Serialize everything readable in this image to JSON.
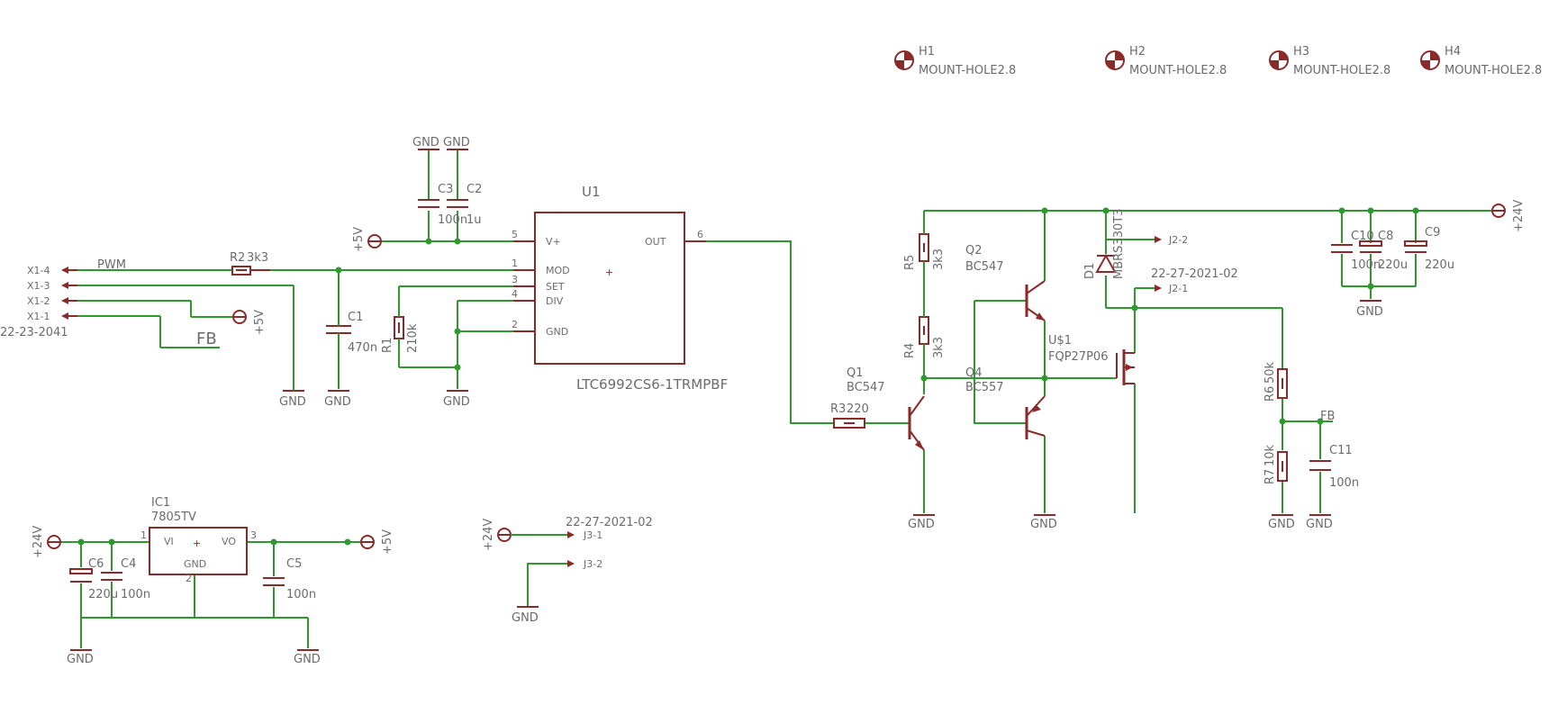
{
  "colors": {
    "wire": "#2e9a2e",
    "symbol": "#8a2a2a",
    "text": "#6b6b6b",
    "background": "#ffffff"
  },
  "mount_holes": [
    {
      "ref": "H1",
      "value": "MOUNT-HOLE2.8"
    },
    {
      "ref": "H2",
      "value": "MOUNT-HOLE2.8"
    },
    {
      "ref": "H3",
      "value": "MOUNT-HOLE2.8"
    },
    {
      "ref": "H4",
      "value": "MOUNT-HOLE2.8"
    }
  ],
  "u1": {
    "ref": "U1",
    "value": "LTC6992CS6-1TRMPBF",
    "pins": [
      {
        "num": "5",
        "name": "V+"
      },
      {
        "num": "1",
        "name": "MOD"
      },
      {
        "num": "3",
        "name": "SET"
      },
      {
        "num": "4",
        "name": "DIV"
      },
      {
        "num": "2",
        "name": "GND"
      },
      {
        "num": "6",
        "name": "OUT"
      }
    ]
  },
  "connector_x1": {
    "pins": [
      "X1-4",
      "X1-3",
      "X1-2",
      "X1-1"
    ],
    "date": "22-23-2041"
  },
  "connector_j2": {
    "pins": [
      "J2-2",
      "J2-1"
    ],
    "date": "22-27-2021-02"
  },
  "connector_j3": {
    "pins": [
      "J3-1",
      "J3-2"
    ],
    "date": "22-27-2021-02"
  },
  "net_labels": {
    "pwm": "PWM",
    "fb_left": "FB",
    "fb_right": "FB"
  },
  "power": {
    "plus5v": "+5V",
    "plus24v": "+24V",
    "gnd": "GND"
  },
  "parts": {
    "c3": {
      "ref": "C3",
      "value": "100n"
    },
    "c2": {
      "ref": "C2",
      "value": "1u"
    },
    "r2": {
      "ref": "R2",
      "value": "3k3"
    },
    "c1": {
      "ref": "C1",
      "value": "470n"
    },
    "r1": {
      "ref": "R1",
      "value": "210k"
    },
    "r5": {
      "ref": "R5",
      "value": "3k3"
    },
    "r4": {
      "ref": "R4",
      "value": "3k3"
    },
    "q1": {
      "ref": "Q1",
      "value": "BC547"
    },
    "r3": {
      "ref": "R3",
      "value": "220"
    },
    "q2": {
      "ref": "Q2",
      "value": "BC547"
    },
    "q4": {
      "ref": "Q4",
      "value": "BC557"
    },
    "d1": {
      "ref": "D1",
      "value": "MBRS330T3"
    },
    "us1": {
      "ref": "U$1",
      "value": "FQP27P06"
    },
    "c10": {
      "ref": "C10",
      "value": "100n"
    },
    "c8": {
      "ref": "C8",
      "value": "220u"
    },
    "c9": {
      "ref": "C9",
      "value": "220u"
    },
    "r6": {
      "ref": "R6",
      "value": "50k"
    },
    "r7": {
      "ref": "R7",
      "value": "10k"
    },
    "c11": {
      "ref": "C11",
      "value": "100n"
    },
    "ic1": {
      "ref": "IC1",
      "value": "7805TV",
      "pin_vi": "VI",
      "pin_vo": "VO",
      "pin_gnd": "GND",
      "pin1": "1",
      "pin2": "2",
      "pin3": "3"
    },
    "c6": {
      "ref": "C6",
      "value": "220u"
    },
    "c4": {
      "ref": "C4",
      "value": "100n"
    },
    "c5": {
      "ref": "C5",
      "value": "100n"
    }
  }
}
